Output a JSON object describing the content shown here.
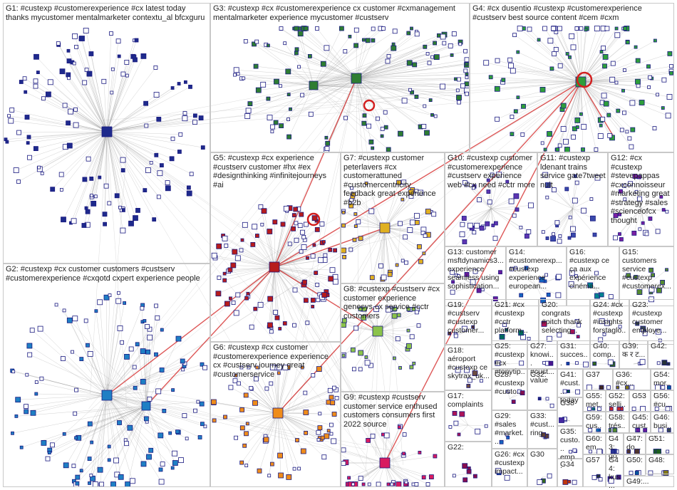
{
  "network": {
    "edge_colors": {
      "default": "#9a9a9a",
      "highlight": "#c0282d",
      "red": "#d21f1f"
    },
    "node_border": "#1a1a80",
    "groups": [
      {
        "id": "G1",
        "label": "G1: #custexp #customerexperience #cx latest today thanks mycustomer mentalmarketer contextu_al bfcxguru",
        "accent": "#1e2a8c"
      },
      {
        "id": "G3",
        "label": "G3: #custexp #cx #customerexperience cx customer #cxmanagement mentalmarketer experience mycustomer #custserv",
        "accent": "#2e7d32"
      },
      {
        "id": "G4",
        "label": "G4: #cx dusentio #custexp #customerexperience #custserv best source content #cem #cxm",
        "accent": "#2e9e3a"
      },
      {
        "id": "G2",
        "label": "G2: #custexp #cx customer customers #custserv #customerexperience #cxqotd cxpert experience people",
        "accent": "#1f7fc4"
      },
      {
        "id": "G5",
        "label": "G5: #custexp #cx experience #custserv customer #hx #ex #designthinking #infinitejourneys #ai",
        "accent": "#b71c1c"
      },
      {
        "id": "G7",
        "label": "G7: #custexp customer peterlavers #cx customerattuned #customercentricity feedback great experience #b2b",
        "accent": "#e0b020"
      },
      {
        "id": "G10",
        "label": "G10: #custexp customer #customerexperience #custserv experience web #cx need #cctr more",
        "accent": "#5e35b1"
      },
      {
        "id": "G11",
        "label": "G11: #custexp ldenant trains service gate7tweet nuit",
        "accent": "#3949ab"
      },
      {
        "id": "G12",
        "label": "G12: #cx #custexp #stevepappas #cxconnoisseur #marketing great #strategy #sales #scienceofcx thought",
        "accent": "#7b1fa2"
      },
      {
        "id": "G6",
        "label": "G6: #custexp #cx customer #customerexperience experience cx #custserv journey great #customerservice",
        "accent": "#ef8c1a"
      },
      {
        "id": "G8",
        "label": "G8: #custexp #custserv #cx customer experience genesys cx service #cctr customers",
        "accent": "#8bc34a"
      },
      {
        "id": "G9",
        "label": "G9: #custexp #custserv customer service enthused customers consumers first 2022 source",
        "accent": "#d81b60"
      },
      {
        "id": "G13",
        "label": "G13: customer msftdynamics3... experience seamless using sophistication...",
        "accent": "#6a1b9a"
      },
      {
        "id": "G14",
        "label": "G14: #customerexp... #custexp experience european...",
        "accent": "#1565c0"
      },
      {
        "id": "G16",
        "label": "G16: #custexp ce ça aux expérience cinéma...",
        "accent": "#00838f"
      },
      {
        "id": "G15",
        "label": "G15: customers service #custexp #customerex...",
        "accent": "#558b2f"
      },
      {
        "id": "G19",
        "label": "G19: #custserv #custexp customer...",
        "accent": "#4e342e"
      },
      {
        "id": "G21",
        "label": "G21: #cx #custexp #cctr platform...",
        "accent": "#00695c"
      },
      {
        "id": "G20",
        "label": "G20: congrats #pitch thank selecting...",
        "accent": "#ad1457"
      },
      {
        "id": "G24",
        "label": "G24: #cx #custexp #insights forstaglo...",
        "accent": "#283593"
      },
      {
        "id": "G23",
        "label": "G23: #custexp customer employe...",
        "accent": "#37474f"
      },
      {
        "id": "G18",
        "label": "G18: aéroport #custexp ce skytrax_uk...",
        "accent": "#6d4c41"
      },
      {
        "id": "G25",
        "label": "G25: #custexp #cx #tonytip...",
        "accent": "#1b5e20"
      },
      {
        "id": "G27",
        "label": "G27: knowi... #cust... value",
        "accent": "#4a148c"
      },
      {
        "id": "G31",
        "label": "G31: succes...",
        "accent": "#0d47a1"
      },
      {
        "id": "G40",
        "label": "G40: comp...",
        "accent": "#33691e"
      },
      {
        "id": "G39",
        "label": "G39: क र ट...",
        "accent": "#bf360c"
      },
      {
        "id": "G42",
        "label": "G42:",
        "accent": "#263238"
      },
      {
        "id": "G28",
        "label": "G28: #custexp #custo...",
        "accent": "#880e4f"
      },
      {
        "id": "G32",
        "label": "G32:",
        "accent": "#1a237e"
      },
      {
        "id": "G41",
        "label": "G41: #cust... today",
        "accent": "#004d40"
      },
      {
        "id": "G37",
        "label": "G37",
        "accent": "#3e2723"
      },
      {
        "id": "G36",
        "label": "G36: #cx...",
        "accent": "#827717"
      },
      {
        "id": "G54",
        "label": "G54: mor...",
        "accent": "#01579b"
      },
      {
        "id": "G38",
        "label": "G38",
        "accent": "#4527a0"
      },
      {
        "id": "G55",
        "label": "G55: met...",
        "accent": "#00796b"
      },
      {
        "id": "G52",
        "label": "G52: selli...",
        "accent": "#c62828"
      },
      {
        "id": "G53",
        "label": "G53",
        "accent": "#2e7d32"
      },
      {
        "id": "G56",
        "label": "G56: #cu...",
        "accent": "#6a1b9a"
      },
      {
        "id": "G17",
        "label": "G17: complaints",
        "accent": "#ad1457"
      },
      {
        "id": "G29",
        "label": "G29: #sales #market...",
        "accent": "#1565c0"
      },
      {
        "id": "G33",
        "label": "G33: #cust... ring",
        "accent": "#5d4037"
      },
      {
        "id": "G59",
        "label": "G59: cus...",
        "accent": "#0277bd"
      },
      {
        "id": "G58",
        "label": "G58: trés...",
        "accent": "#558b2f"
      },
      {
        "id": "G45",
        "label": "G45: cust...",
        "accent": "#6a1b9a"
      },
      {
        "id": "G46",
        "label": "G46: busi...",
        "accent": "#37474f"
      },
      {
        "id": "G35",
        "label": "G35: custo... emp...",
        "accent": "#00838f"
      },
      {
        "id": "G60",
        "label": "G60: em...",
        "accent": "#e65100"
      },
      {
        "id": "G43",
        "label": "G43: go",
        "accent": "#283593"
      },
      {
        "id": "G47",
        "label": "G47: do...",
        "accent": "#4e342e"
      },
      {
        "id": "G51",
        "label": "G51:",
        "accent": "#1b5e20"
      },
      {
        "id": "G22",
        "label": "G22:",
        "accent": "#880e4f"
      },
      {
        "id": "G26",
        "label": "G26: #cx #custexp impact...",
        "accent": "#0d47a1"
      },
      {
        "id": "G30",
        "label": "G30",
        "accent": "#33691e"
      },
      {
        "id": "G34",
        "label": "G34",
        "accent": "#bf360c"
      },
      {
        "id": "G57",
        "label": "G57",
        "accent": "#263238"
      },
      {
        "id": "G44",
        "label": "G44: kus...",
        "accent": "#4a148c"
      },
      {
        "id": "G50",
        "label": "G50:",
        "accent": "#01579b"
      },
      {
        "id": "G48",
        "label": "G48:",
        "accent": "#827717"
      },
      {
        "id": "G49",
        "label": "G49:...",
        "accent": "#3e2723"
      }
    ]
  }
}
